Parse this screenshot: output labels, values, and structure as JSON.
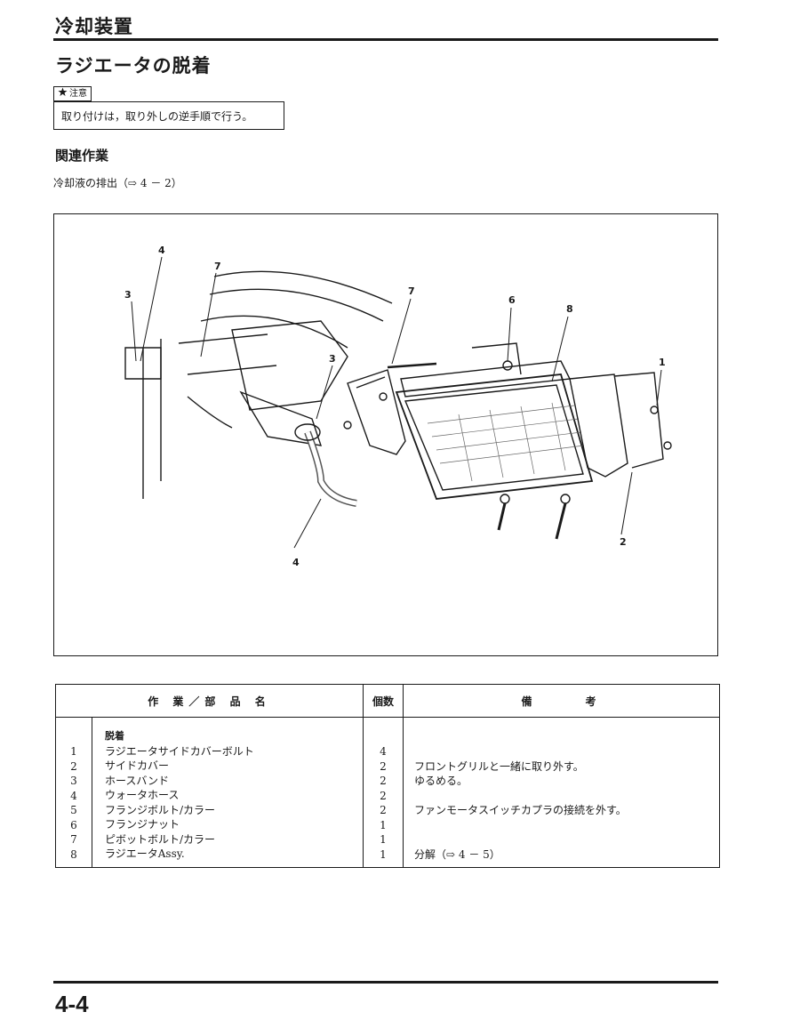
{
  "header": {
    "section_title": "冷却装置",
    "page_heading": "ラジエータの脱着"
  },
  "caution": {
    "badge_label": "注意",
    "icon": "star-icon",
    "text": "取り付けは，取り外しの逆手順で行う。"
  },
  "related": {
    "heading": "関連作業",
    "text": "冷却液の排出（⇨ 4 － 2）"
  },
  "figure": {
    "callouts": [
      {
        "id": "c4a",
        "label": "4"
      },
      {
        "id": "c7a",
        "label": "7"
      },
      {
        "id": "c3a",
        "label": "3"
      },
      {
        "id": "c3b",
        "label": "3"
      },
      {
        "id": "c4b",
        "label": "4"
      },
      {
        "id": "c7b",
        "label": "7"
      },
      {
        "id": "c6",
        "label": "6"
      },
      {
        "id": "c8",
        "label": "8"
      },
      {
        "id": "c1",
        "label": "1"
      },
      {
        "id": "c2",
        "label": "2"
      }
    ]
  },
  "parts_table": {
    "headers": {
      "work": "作 業／部 品 名",
      "qty": "個数",
      "notes": "備　　　考"
    },
    "group_label": "脱着",
    "rows": [
      {
        "no": "1",
        "name": "ラジエータサイドカバーボルト",
        "qty": "4",
        "note": ""
      },
      {
        "no": "2",
        "name": "サイドカバー",
        "qty": "2",
        "note": "フロントグリルと一緒に取り外す。"
      },
      {
        "no": "3",
        "name": "ホースバンド",
        "qty": "2",
        "note": "ゆるめる。"
      },
      {
        "no": "4",
        "name": "ウォータホース",
        "qty": "2",
        "note": ""
      },
      {
        "no": "5",
        "name": "フランジボルト/カラー",
        "qty": "2",
        "note": "ファンモータスイッチカプラの接続を外す。"
      },
      {
        "no": "6",
        "name": "フランジナット",
        "qty": "1",
        "note": ""
      },
      {
        "no": "7",
        "name": "ピボットボルト/カラー",
        "qty": "1",
        "note": ""
      },
      {
        "no": "8",
        "name": "ラジエータAssy.",
        "qty": "1",
        "note": "分解（⇨ 4 － 5）"
      }
    ]
  },
  "footer": {
    "page_number": "4-4"
  }
}
